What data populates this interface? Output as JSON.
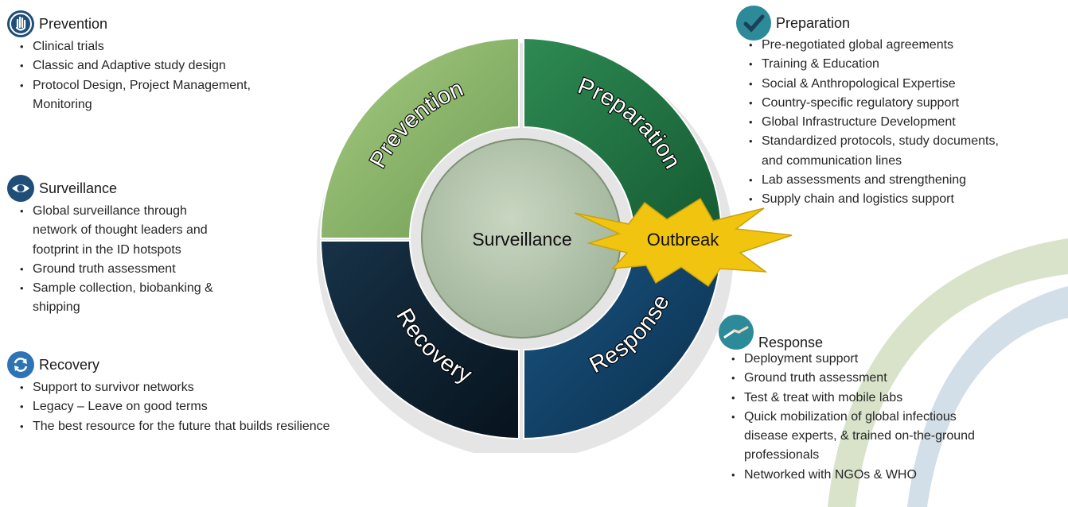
{
  "cycle": {
    "segments": [
      "Prevention",
      "Preparation",
      "Response",
      "Recovery"
    ],
    "center": "Surveillance",
    "event": "Outbreak"
  },
  "blocks": {
    "prevention": {
      "icon": "hand-stop-icon",
      "title": "Prevention",
      "items": [
        "Clinical trials",
        "Classic and Adaptive study design",
        "Protocol Design, Project Management,|Monitoring"
      ]
    },
    "surveillance": {
      "icon": "eye-icon",
      "title": "Surveillance",
      "items": [
        "Global surveillance through|network of thought leaders and|footprint in the ID hotspots",
        "Ground truth assessment",
        "Sample collection, biobanking &|shipping"
      ]
    },
    "recovery": {
      "icon": "refresh-icon",
      "title": "Recovery",
      "items": [
        "Support to survivor networks",
        "Legacy – Leave on good terms",
        "The best resource for the future that builds resilience"
      ]
    },
    "preparation": {
      "icon": "checkmark-icon",
      "title": "Preparation",
      "items": [
        "Pre-negotiated global agreements",
        "Training & Education",
        "Social & Anthropological Expertise",
        "Country-specific regulatory support",
        "Global Infrastructure Development",
        "Standardized protocols, study documents,|and communication lines",
        "Lab assessments and strengthening",
        "Supply chain and logistics support"
      ]
    },
    "response": {
      "icon": "helping-hands-icon",
      "title": "Response",
      "items": [
        "Deployment support",
        "Ground truth assessment",
        "Test & treat with mobile labs",
        "Quick mobilization of global infectious|disease experts, & trained on-the-ground|professionals",
        "Networked with NGOs & WHO"
      ]
    }
  },
  "colors": {
    "prevention": "#8fb86b",
    "preparation": "#1f6b3e",
    "response": "#0f3a5e",
    "recovery": "#0c1e2c",
    "center": "#b9c9b1",
    "outbreak": "#f1c40f",
    "icon_blue": "#1f4e79",
    "icon_teal": "#2d8a98"
  }
}
